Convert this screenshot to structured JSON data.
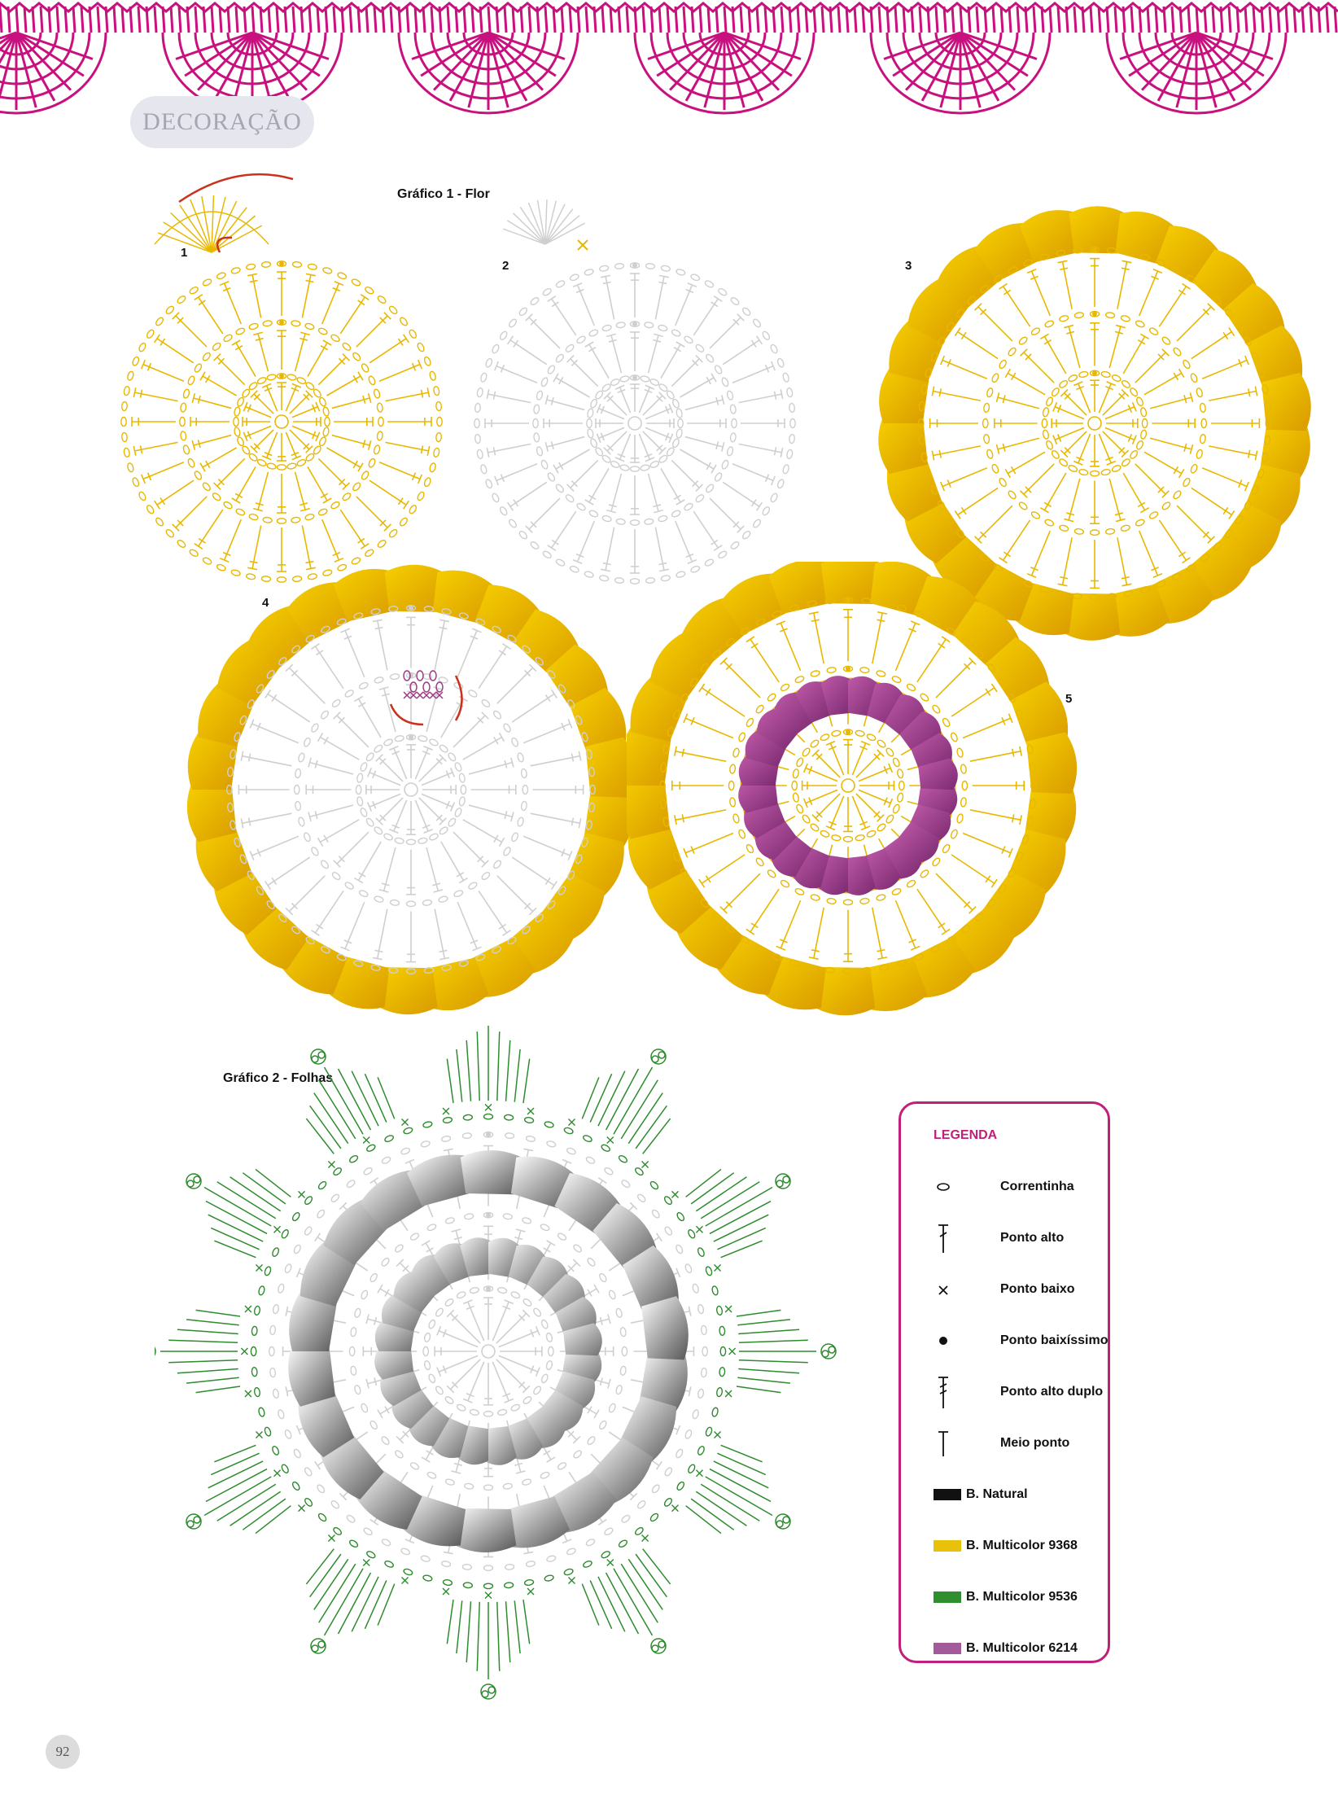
{
  "header": {
    "section_label": "DECORAÇÃO",
    "border_color": "#c8107e"
  },
  "chart1": {
    "title": "Gráfico 1 - Flor",
    "steps": [
      "1",
      "2",
      "3",
      "4",
      "5"
    ]
  },
  "chart2": {
    "title": "Gráfico 2 - Folhas"
  },
  "colors": {
    "yellow": "#e8b800",
    "grey_lines": "#cfcfcf",
    "green": "#2e8b2e",
    "purple": "#9b3a86",
    "red_arrow": "#c8321e",
    "magenta": "#c0207a"
  },
  "legend": {
    "title": "LEGENDA",
    "items": [
      {
        "symbol": "chain-icon",
        "label": "Correntinha"
      },
      {
        "symbol": "double-crochet-icon",
        "label": "Ponto alto"
      },
      {
        "symbol": "single-crochet-icon",
        "label": "Ponto baixo"
      },
      {
        "symbol": "slip-stitch-icon",
        "label": "Ponto baixíssimo"
      },
      {
        "symbol": "treble-crochet-icon",
        "label": "Ponto alto duplo"
      },
      {
        "symbol": "half-double-crochet-icon",
        "label": "Meio ponto"
      },
      {
        "symbol": "swatch",
        "label": "B. Natural",
        "color": "#111111"
      },
      {
        "symbol": "swatch",
        "label": "B. Multicolor 9368",
        "color": "#e8c20a"
      },
      {
        "symbol": "swatch",
        "label": "B. Multicolor 9536",
        "color": "#2f8f2f"
      },
      {
        "symbol": "swatch",
        "label": "B. Multicolor 6214",
        "color": "#a25a98"
      }
    ]
  },
  "footer": {
    "page_number": "92"
  }
}
